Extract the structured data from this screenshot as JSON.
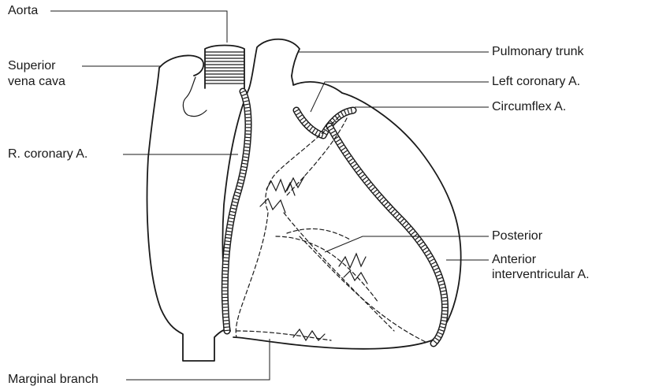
{
  "labels": {
    "aorta": "Aorta",
    "superior_vena_cava_1": "Superior",
    "superior_vena_cava_2": "vena cava",
    "right_coronary": "R. coronary A.",
    "marginal_branch": "Marginal branch",
    "pulmonary_trunk": "Pulmonary trunk",
    "left_coronary": "Left coronary A.",
    "circumflex": "Circumflex A.",
    "posterior": "Posterior",
    "anterior_1": "Anterior",
    "anterior_2": "interventricular A."
  }
}
